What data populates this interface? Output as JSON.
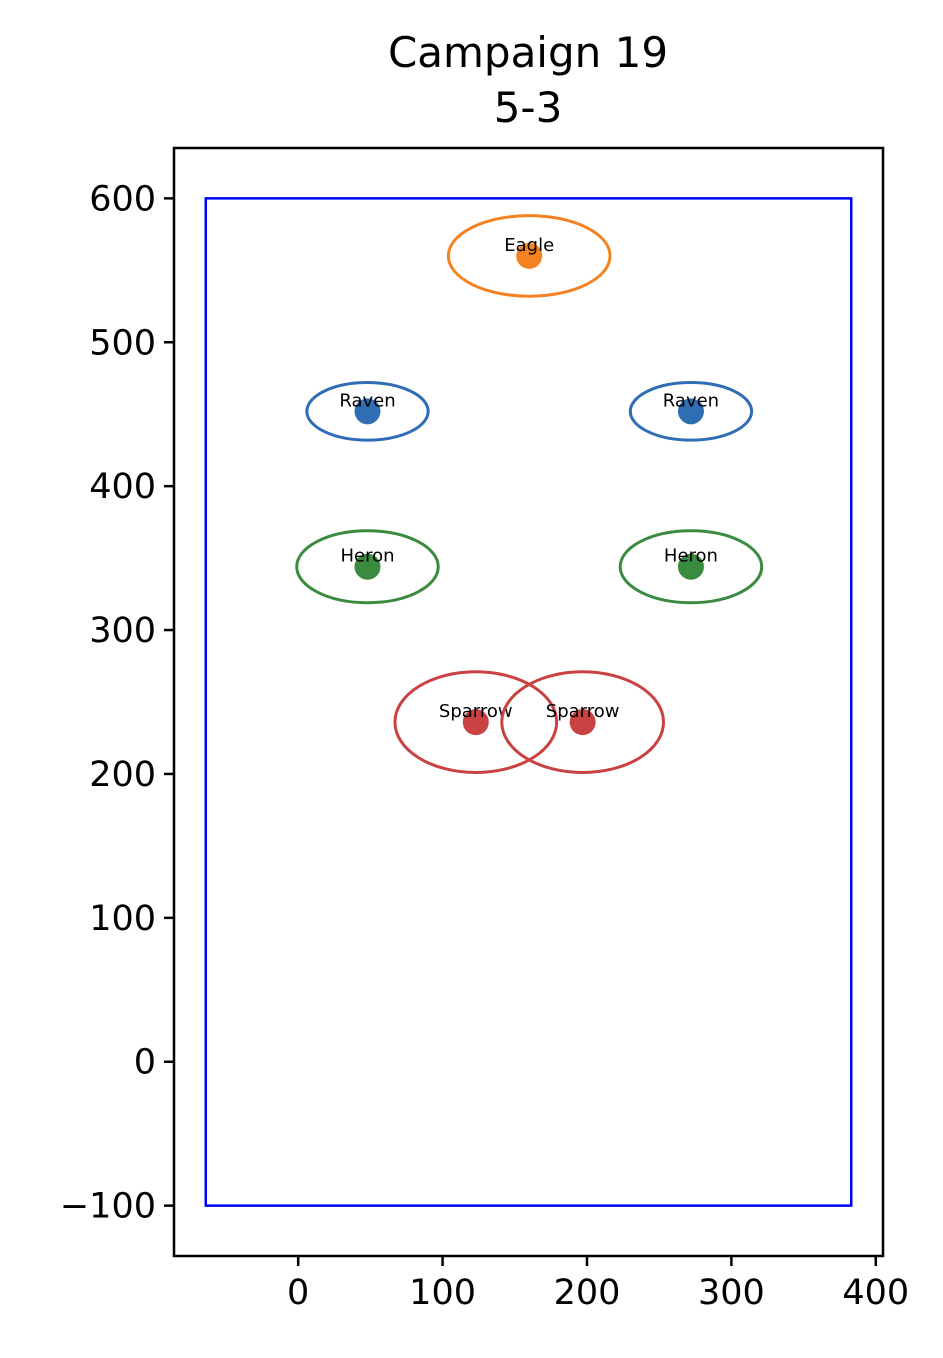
{
  "chart_data": {
    "type": "scatter",
    "title": "Campaign 19",
    "subtitle": "5-3",
    "xlabel": "",
    "ylabel": "",
    "xlim": [
      -86,
      405
    ],
    "ylim": [
      -135,
      635
    ],
    "xticks": [
      0,
      100,
      200,
      300,
      400
    ],
    "yticks": [
      -100,
      0,
      100,
      200,
      300,
      400,
      500,
      600
    ],
    "xtick_labels": [
      "0",
      "100",
      "200",
      "300",
      "400"
    ],
    "ytick_labels": [
      "−100",
      "0",
      "100",
      "200",
      "300",
      "400",
      "500",
      "600"
    ],
    "grid": false,
    "boundary": {
      "x0": -64,
      "y0": -100,
      "x1": 383,
      "y1": 600,
      "color": "#0000ff"
    },
    "points": [
      {
        "label": "Eagle",
        "x": 160,
        "y": 560,
        "color": "#f58220",
        "rx": 56,
        "ry": 28
      },
      {
        "label": "Raven",
        "x": 48,
        "y": 452,
        "color": "#2f6db5",
        "rx": 42,
        "ry": 20
      },
      {
        "label": "Raven",
        "x": 272,
        "y": 452,
        "color": "#2f6db5",
        "rx": 42,
        "ry": 20
      },
      {
        "label": "Heron",
        "x": 48,
        "y": 344,
        "color": "#3a8a3f",
        "rx": 49,
        "ry": 25
      },
      {
        "label": "Heron",
        "x": 272,
        "y": 344,
        "color": "#3a8a3f",
        "rx": 49,
        "ry": 25
      },
      {
        "label": "Sparrow",
        "x": 123,
        "y": 236,
        "color": "#c94141",
        "rx": 56,
        "ry": 35
      },
      {
        "label": "Sparrow",
        "x": 197,
        "y": 236,
        "color": "#c94141",
        "rx": 56,
        "ry": 35
      }
    ]
  }
}
